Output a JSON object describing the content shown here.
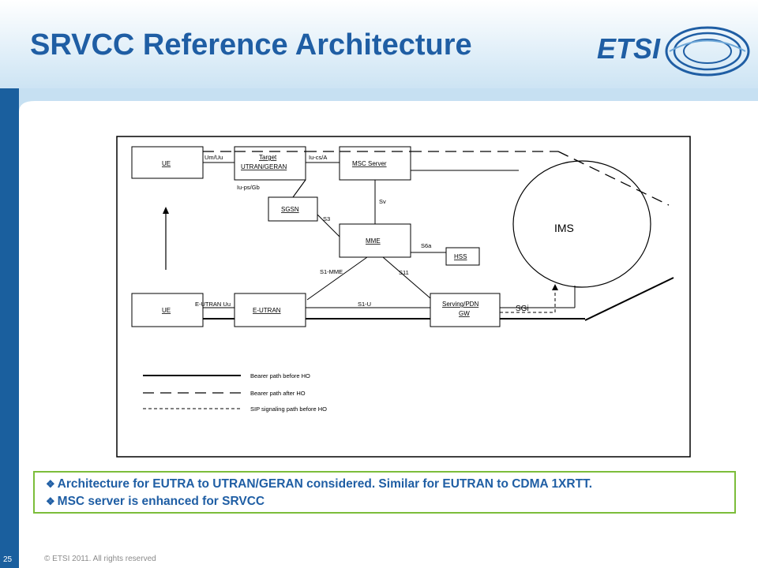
{
  "slide": {
    "title": "SRVCC Reference Architecture",
    "page_number": "25",
    "copyright": "© ETSI 2011. All rights reserved"
  },
  "logo": {
    "text": "ETSI",
    "color": "#1f5ea4"
  },
  "diagram": {
    "nodes": {
      "ue_top": "UE",
      "target": "Target",
      "utran_geran": "UTRAN/GERAN",
      "msc_server": "MSC Server",
      "sgsn": "SGSN",
      "mme": "MME",
      "hss": "HSS",
      "ims": "IMS",
      "ue_bottom": "UE",
      "eutran": "E-UTRAN",
      "serving_pdn": "Serving/PDN",
      "gw": "GW"
    },
    "interfaces": {
      "um_uu": "Um/Uu",
      "iu_cs_a": "Iu-cs/A",
      "iu_ps_gb": "Iu-ps/Gb",
      "sv": "Sv",
      "s3": "S3",
      "s6a": "S6a",
      "s1_mme": "S1-MME",
      "s11": "S11",
      "eutran_uu": "E-UTRAN Uu",
      "s1_u": "S1-U",
      "sgi": "SGi"
    },
    "legend": [
      {
        "style": "solid",
        "label": "Bearer path before HO"
      },
      {
        "style": "long-dash",
        "label": "Bearer path after HO"
      },
      {
        "style": "short-dash",
        "label": "SIP signaling path before HO"
      }
    ]
  },
  "notes": [
    "Architecture for EUTRA to UTRAN/GERAN considered. Similar for EUTRAN to CDMA 1XRTT.",
    "MSC server is enhanced for SRVCC"
  ],
  "colors": {
    "title": "#1f5ea4",
    "accent_bar": "#1a5f9e",
    "note_border": "#7cbd3a",
    "note_text": "#1f5ea4"
  }
}
